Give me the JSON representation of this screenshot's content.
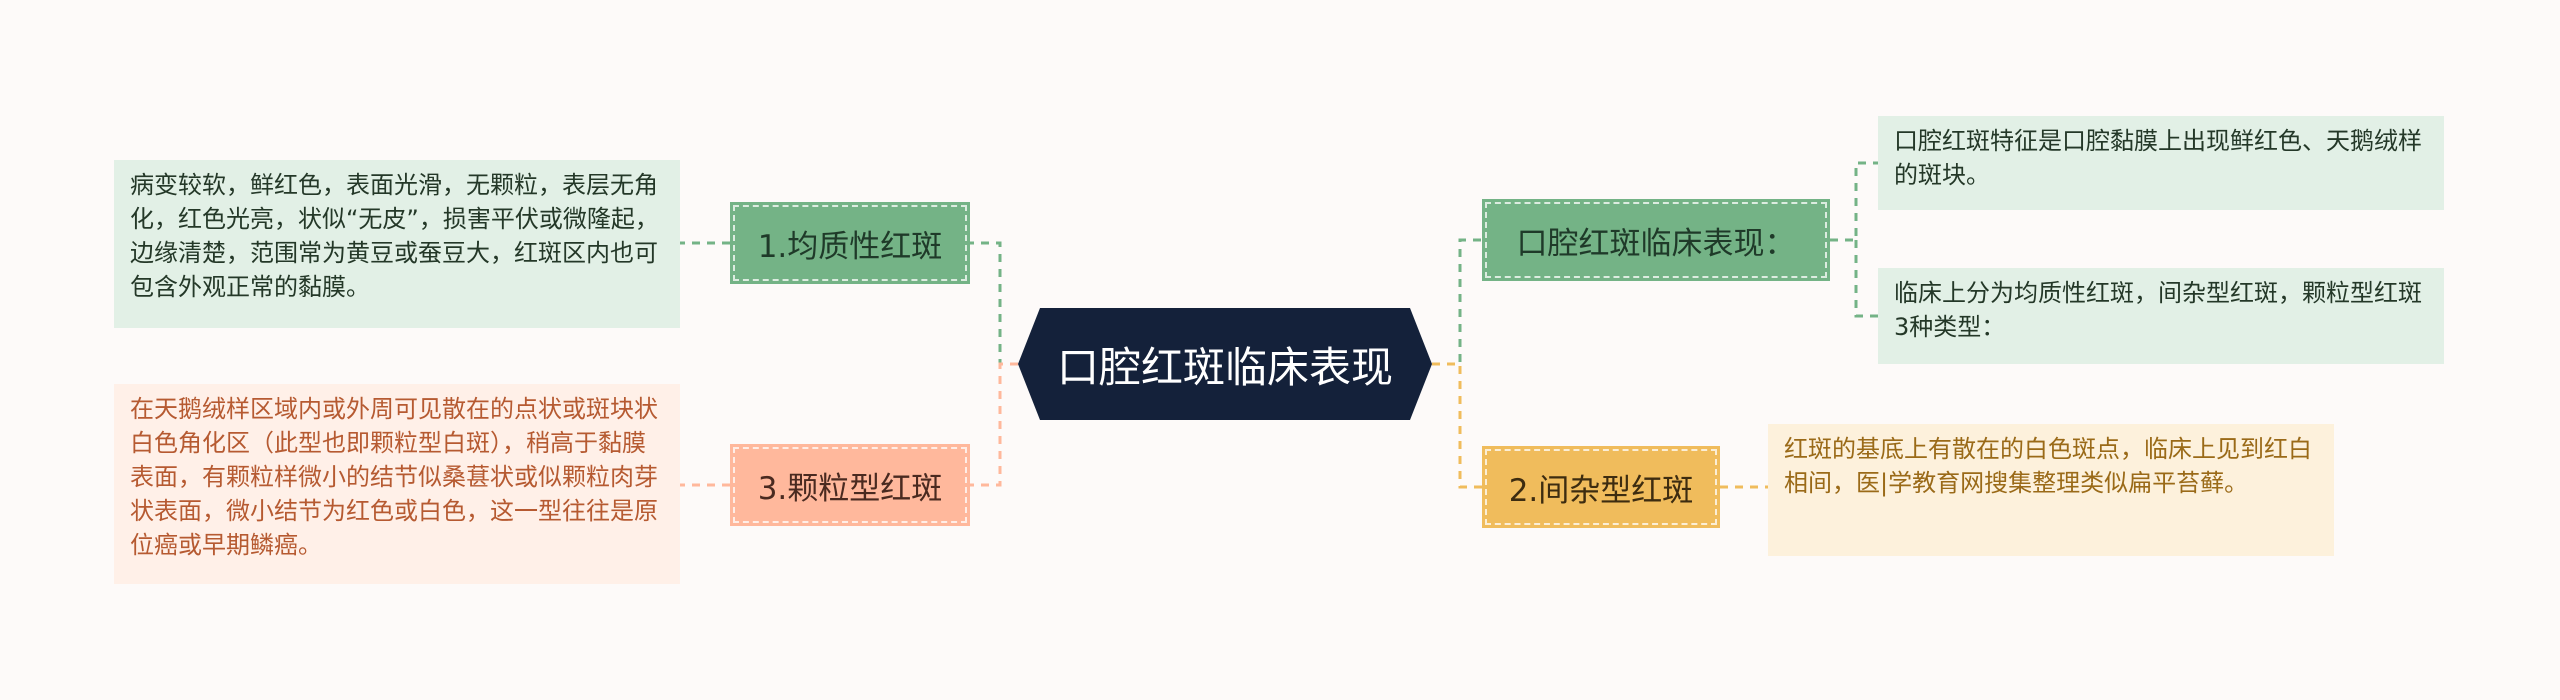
{
  "center": {
    "title": "口腔红斑临床表现"
  },
  "branches": [
    {
      "label": "1.均质性红斑",
      "leaf": "病变较软，鲜红色，表面光滑，无颗粒，表层无角化，红色光亮，状似“无皮”，损害平伏或微隆起，边缘清楚，范围常为黄豆或蚕豆大，红斑区内也可包含外观正常的黏膜。"
    },
    {
      "label": "3.颗粒型红斑",
      "leaf": "在天鹅绒样区域内或外周可见散在的点状或斑块状白色角化区（此型也即颗粒型白斑），稍高于黏膜表面，有颗粒样微小的结节似桑葚状或似颗粒肉芽状表面，微小结节为红色或白色，这一型往往是原位癌或早期鳞癌。"
    },
    {
      "label": "口腔红斑临床表现：",
      "leaves": [
        "口腔红斑特征是口腔黏膜上出现鲜红色、天鹅绒样的斑块。",
        "临床上分为均质性红斑，间杂型红斑，颗粒型红斑3种类型："
      ]
    },
    {
      "label": "2.间杂型红斑",
      "leaf": "红斑的基底上有散在的白色斑点，临床上见到红白相间，医|学教育网搜集整理类似扁平苔藓。"
    }
  ],
  "colors": {
    "green": "#74b386",
    "orange": "#ffb89c",
    "yellow": "#f0bc5c",
    "center": "#14213a"
  }
}
